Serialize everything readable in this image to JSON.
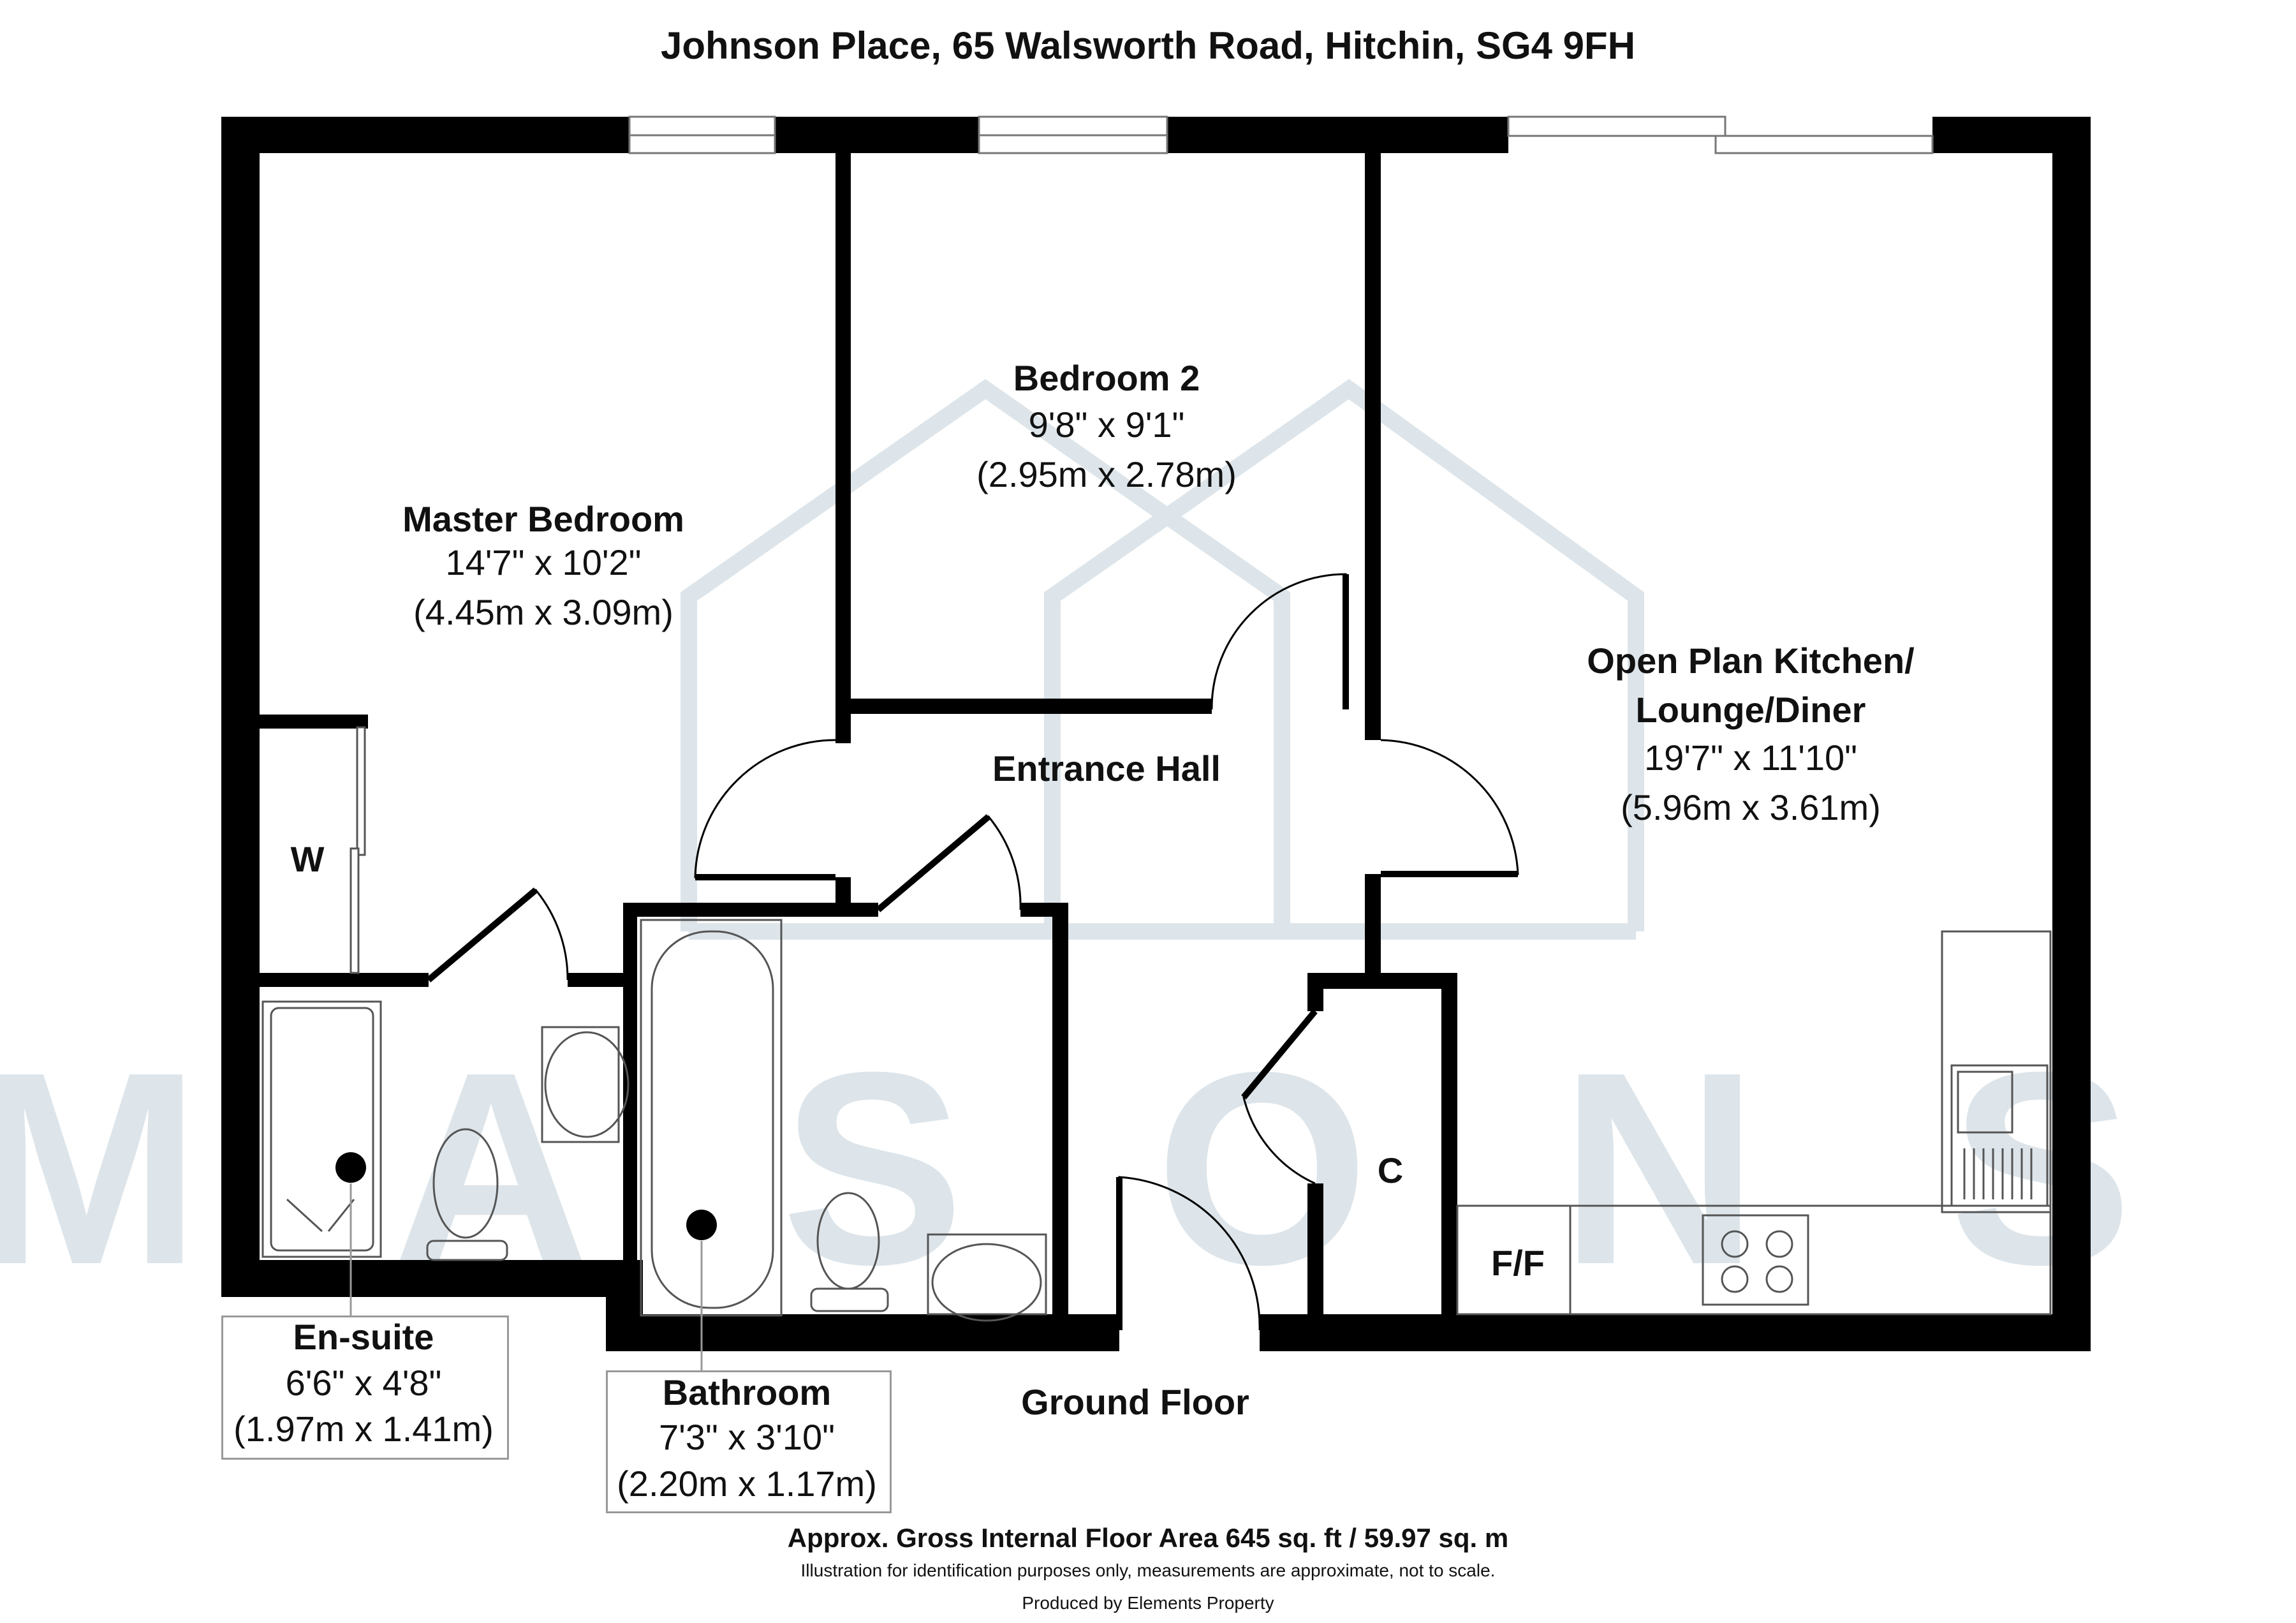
{
  "title": "Johnson Place, 65 Walsworth Road, Hitchin, SG4 9FH",
  "watermark": "MASONS",
  "floor_label": "Ground Floor",
  "rooms": {
    "master_bedroom": {
      "name": "Master Bedroom",
      "imperial": "14'7\" x 10'2\"",
      "metric": "(4.45m x 3.09m)"
    },
    "bedroom_2": {
      "name": "Bedroom 2",
      "imperial": "9'8\" x 9'1\"",
      "metric": "(2.95m x 2.78m)"
    },
    "kitchen": {
      "name_line1": "Open Plan Kitchen/",
      "name_line2": "Lounge/Diner",
      "imperial": "19'7\" x 11'10\"",
      "metric": "(5.96m x 3.61m)"
    },
    "entrance_hall": {
      "name": "Entrance Hall"
    },
    "en_suite": {
      "name": "En-suite",
      "imperial": "6'6\" x 4'8\"",
      "metric": "(1.97m x 1.41m)"
    },
    "bathroom": {
      "name": "Bathroom",
      "imperial": "7'3\" x 3'10\"",
      "metric": "(2.20m x 1.17m)"
    }
  },
  "fixture_labels": {
    "wardrobe": "W",
    "cupboard": "C",
    "fridge_freezer": "F/F"
  },
  "footer": {
    "area": "Approx. Gross Internal Floor Area 645 sq. ft / 59.97 sq. m",
    "disclaimer": "Illustration for identification purposes only, measurements are approximate, not to scale.",
    "produced_by": "Produced by Elements Property"
  },
  "colors": {
    "wall": "#000000",
    "watermark": "#dde5ea",
    "fixture_line": "#555555",
    "label_box_border": "#999999"
  }
}
